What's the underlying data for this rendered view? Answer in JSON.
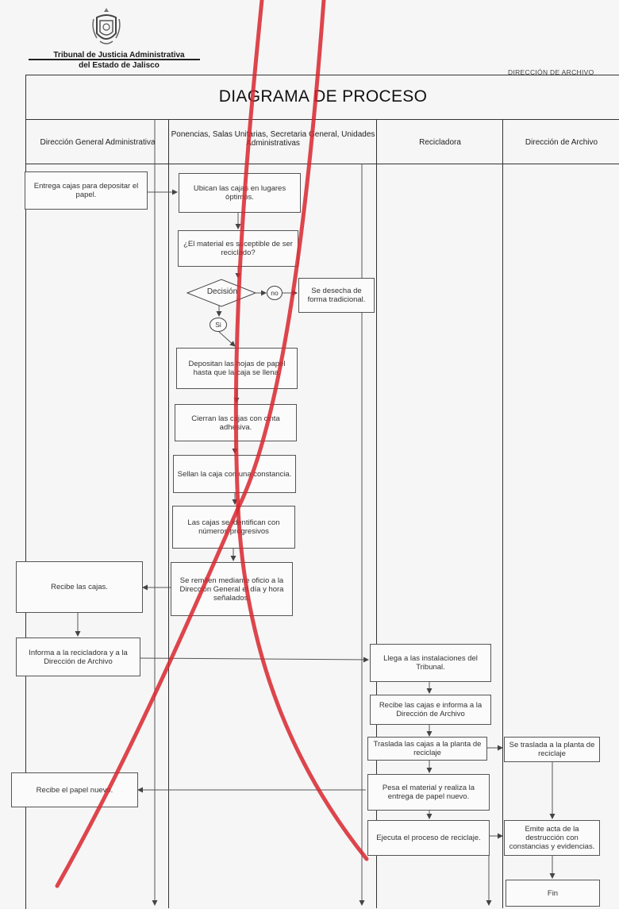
{
  "header": {
    "institution_line1": "Tribunal de Justicia Administrativa",
    "institution_line2": "del Estado de Jalisco",
    "department": "DIRECCIÓN DE ARCHIVO",
    "title": "DIAGRAMA DE PROCESO"
  },
  "lanes": [
    "Dirección General Administrativa",
    "Ponencias, Salas Unitarias, Secretaria General, Unidades Administrativas",
    "Recicladora",
    "Dirección de Archivo"
  ],
  "steps": {
    "entrega_cajas": "Entrega cajas para depositar el papel.",
    "ubican_cajas": "Ubican las cajas en lugares óptimos.",
    "pregunta": "¿El material es suceptible de ser reciclado?",
    "decision": "Decisión",
    "no": "no",
    "si": "Si",
    "desecha": "Se desecha de forma tradicional.",
    "depositan": "Depositan las hojas de papel hasta que la caja se llena.",
    "cierran": "Cierran las cajas con cinta adhesiva.",
    "sellan": "Sellan la caja con una constancia.",
    "identifican": "Las cajas se identifican con números progresivos",
    "remiten": "Se remiten mediante oficio a la Dirección General el día y hora señalados.",
    "recibe_cajas": "Recibe las cajas.",
    "informa": "Informa a la recicladora y a la Dirección de Archivo",
    "llega": "Llega a las instalaciones del Tribunal.",
    "recibe_informa": "Recibe las cajas e informa a la Dirección de Archivo",
    "traslada": "Traslada las cajas a la planta de reciclaje",
    "se_traslada": "Se traslada a la planta de reciclaje",
    "pesa": "Pesa el material y realiza la entrega de papel nuevo.",
    "recibe_papel": "Recibe el papel nuevo.",
    "ejecuta": "Ejecuta el proceso de reciclaje.",
    "emite": "Emite acta de la destrucción con constancias y evidencias.",
    "fin": "Fin"
  }
}
